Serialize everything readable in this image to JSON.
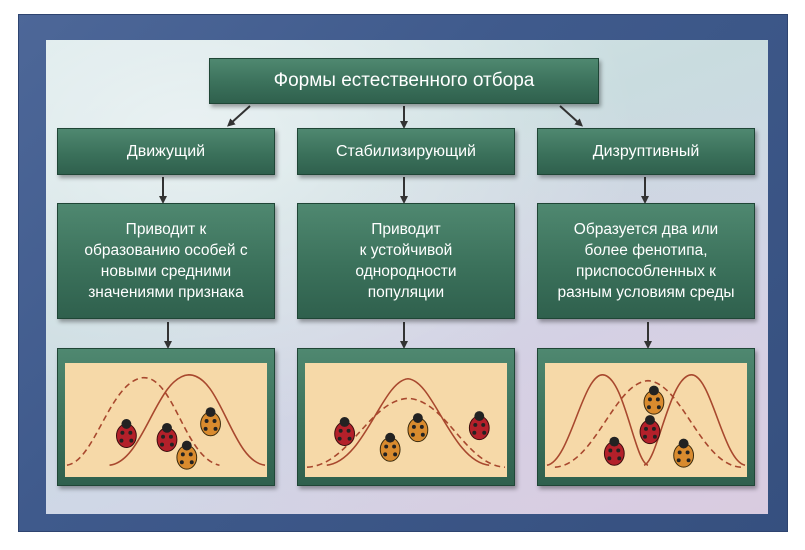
{
  "title": "Формы естественного отбора",
  "forms": [
    {
      "name": "Движущий",
      "description": "Приводит к\nобразованию особей с\nновыми средними\nзначениями признака",
      "graph_shape": "solid curve shifted right of dashed curve"
    },
    {
      "name": "Стабилизирующий",
      "description": "Приводит\nк устойчивой\nоднородности\nпопуляции",
      "graph_shape": "narrow solid curve inside wider dashed curve"
    },
    {
      "name": "Дизруптивный",
      "description": "Образуется два или\nболее фенотипа,\nприспособленных к\nразным условиям среды",
      "graph_shape": "dashed single peak split into two solid peaks"
    }
  ],
  "colors": {
    "frame": "#3f5a8c",
    "box": "#3b715b",
    "box_text": "#ffffff",
    "chart_bg": "#f6d9a8",
    "curve": "#a8482e",
    "ladybug_red": "#b3202a",
    "ladybug_orange": "#d98b2e",
    "arrow": "#333333"
  },
  "icons": {
    "ladybug": "ladybug-icon",
    "arrow": "arrow-down-icon"
  }
}
